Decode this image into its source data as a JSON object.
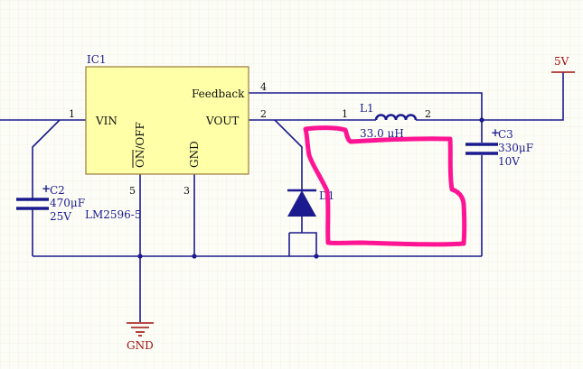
{
  "ic": {
    "designator": "IC1",
    "part": "LM2596-5",
    "pins": {
      "vin": "VIN",
      "vout": "VOUT",
      "feedback": "Feedback",
      "gnd": "GND",
      "on_off": "ON/OFF"
    },
    "pin_numbers": {
      "vin": "1",
      "vout": "2",
      "feedback": "4",
      "gnd": "3",
      "on_off": "5"
    }
  },
  "c2": {
    "designator": "C2",
    "value": "470μF",
    "voltage": "25V"
  },
  "c3": {
    "designator": "C3",
    "value": "330μF",
    "voltage": "10V"
  },
  "l1": {
    "designator": "L1",
    "value": "33.0 μH",
    "pin1": "1",
    "pin2": "2"
  },
  "d1": {
    "designator": "D1"
  },
  "power": {
    "label": "5V"
  },
  "ground": {
    "label": "GND"
  },
  "colors": {
    "wire": "#1b1b8f",
    "chip_fill": "#ffffa8",
    "chip_border": "#9a7a3a",
    "net_label": "#a01010",
    "highlight": "#ff1493",
    "grid": "#ece7d8"
  }
}
